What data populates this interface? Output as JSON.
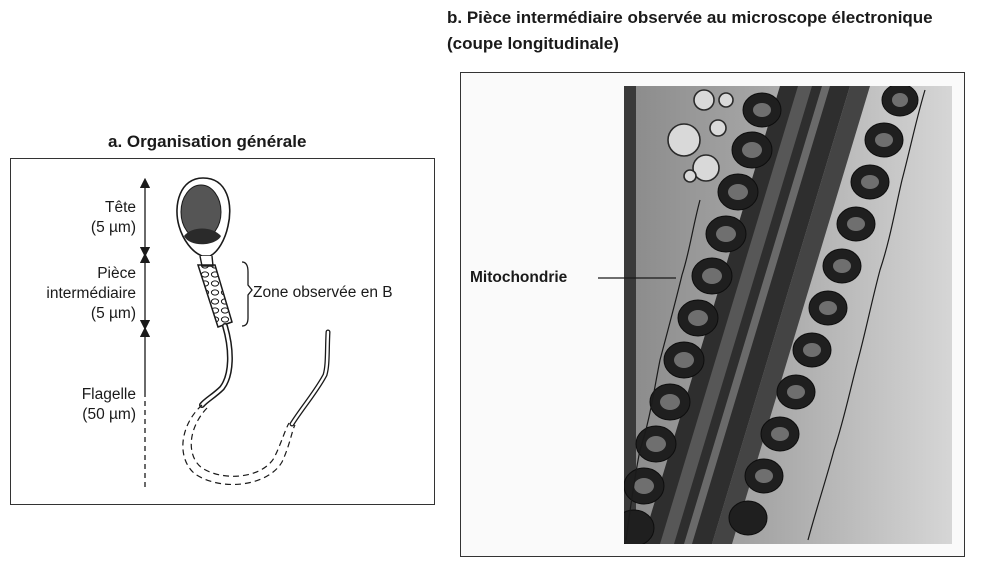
{
  "panel_a": {
    "title": "a. Organisation générale",
    "labels": {
      "tete": "Tête",
      "tete_size": "(5 µm)",
      "piece_1": "Pièce",
      "piece_2": "intermédiaire",
      "piece_size": "(5 µm)",
      "flagelle": "Flagelle",
      "flagelle_size": "(50 µm)",
      "zone": "Zone observée en B"
    }
  },
  "panel_b": {
    "title_line1": "b. Pièce intermédiaire observée au microscope électronique",
    "title_line2": "(coupe longitudinale)",
    "label_mitochondrie": "Mitochondrie"
  },
  "colors": {
    "ink": "#1a1a1a",
    "head_fill": "#555555",
    "micrograph_bg": "#bdbdbd",
    "micrograph_dark": "#222222"
  }
}
